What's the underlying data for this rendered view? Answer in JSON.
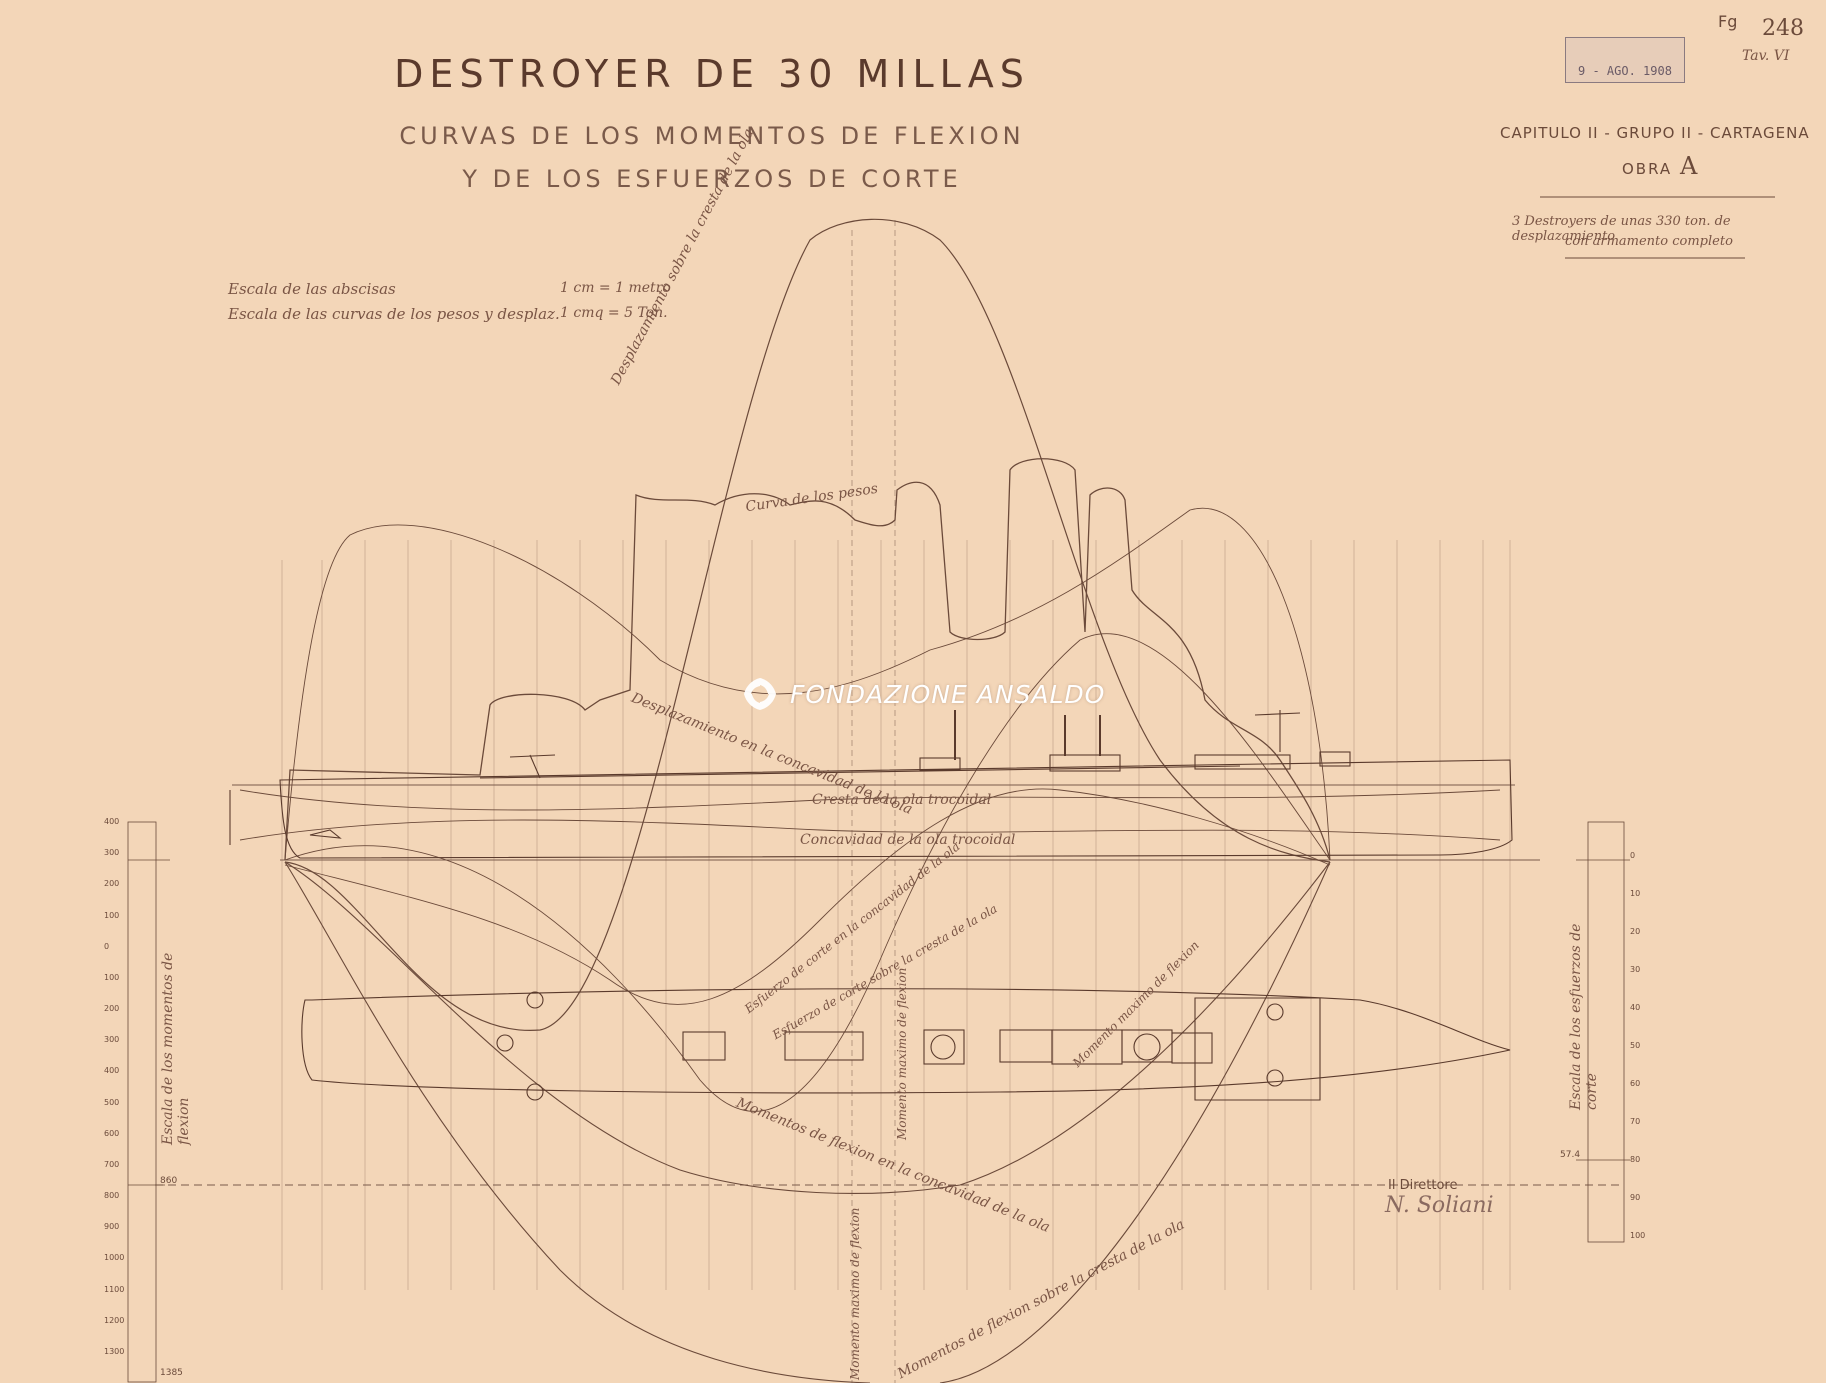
{
  "drawing": {
    "title": "DESTROYER DE 30 MILLAS",
    "subtitle_1": "CURVAS DE LOS MOMENTOS DE FLEXION",
    "subtitle_2": "Y DE LOS ESFUERZOS DE CORTE"
  },
  "header_right": {
    "sheet_number": "248",
    "folio_mark": "Fg",
    "plate": "Tav. VI",
    "chapter": "CAPITULO II - GRUPO II - CARTAGENA",
    "obra_label": "OBRA",
    "obra_letter": "A",
    "description_1": "3 Destroyers de unas 330 ton. de desplazamiento",
    "description_2": "con armamento completo"
  },
  "stamp": {
    "date": "9 - AGO. 1908"
  },
  "scales": {
    "abscissa_label": "Escala de las abscisas",
    "abscissa_value": "1 cm = 1 metro",
    "weights_label": "Escala de las curvas de los pesos y desplaz.",
    "weights_value": "1 cmq = 5 Ton."
  },
  "curve_labels": {
    "displacement_crest": "Desplazamiento sobre la cresta de la ola",
    "weights_curve": "Curva de los pesos",
    "displacement_trough": "Desplazamiento en la concavidad de la ola",
    "wave_crest": "Cresta de la ola trocoidal",
    "wave_trough": "Concavidad de la ola trocoidal",
    "shear_trough": "Esfuerzo de corte en la concavidad de la ola",
    "shear_crest": "Esfuerzo de corte sobre la cresta de la ola",
    "max_moment_1": "Momento maximo de flexion",
    "max_moment_2": "Momento maximo de flexion",
    "max_moment_3": "Momento maximo de flexion",
    "moments_trough": "Momentos de flexion en la concavidad de la ola",
    "moments_crest": "Momentos de flexion sobre la cresta de la ola"
  },
  "left_scale": {
    "label": "Escala de los momentos de flexion",
    "ticks": [
      "400",
      "300",
      "200",
      "100",
      "0",
      "100",
      "200",
      "300",
      "400",
      "500",
      "600",
      "700",
      "800",
      "900",
      "1000",
      "1100",
      "1200",
      "1300"
    ],
    "marker": "860",
    "bottom": "1385"
  },
  "right_scale": {
    "label": "Escala de los esfuerzos de corte",
    "ticks": [
      "0",
      "10",
      "20",
      "30",
      "40",
      "50",
      "60",
      "70",
      "80",
      "90",
      "100"
    ],
    "marker": "57.4"
  },
  "signature": {
    "role": "Il Direttore",
    "name": "N. Soliani"
  },
  "watermark": {
    "text": "FONDAZIONE ANSALDO"
  }
}
